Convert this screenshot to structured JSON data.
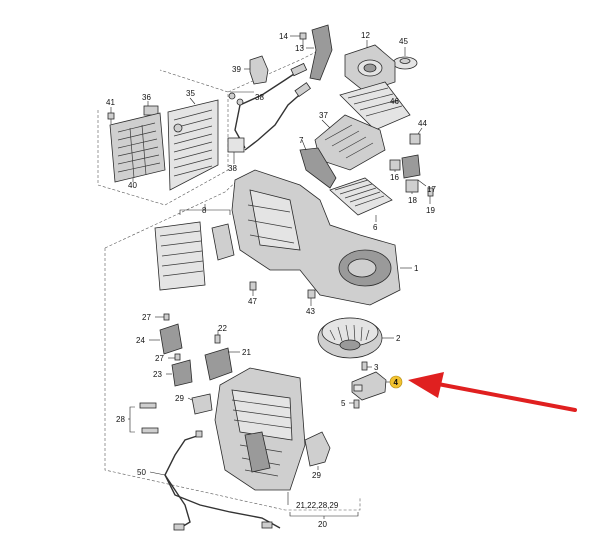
{
  "labels": {
    "l1": "1",
    "l2": "2",
    "l3": "3",
    "l4": "4",
    "l5": "5",
    "l6": "6",
    "l7": "7",
    "l8": "8",
    "l12": "12",
    "l13": "13",
    "l14": "14",
    "l16": "16",
    "l17": "17",
    "l18": "18",
    "l19": "19",
    "l20": "20",
    "l21a": "21",
    "l22": "22",
    "l23": "23",
    "l24": "24",
    "l27a": "27",
    "l27b": "27",
    "l28": "28",
    "l29a": "29",
    "l29b": "29",
    "l35": "35",
    "l36": "36",
    "l37": "37",
    "l38a": "38",
    "l38b": "38",
    "l39": "39",
    "l40": "40",
    "l41": "41",
    "l43": "43",
    "l44": "44",
    "l45": "45",
    "l46": "46",
    "l47": "47",
    "l50": "50",
    "lgroup": "21,22,28,29"
  },
  "highlight": {
    "color": "#f2c230",
    "part_label": "4"
  },
  "arrow": {
    "color": "#e02020",
    "points_to": "4"
  }
}
